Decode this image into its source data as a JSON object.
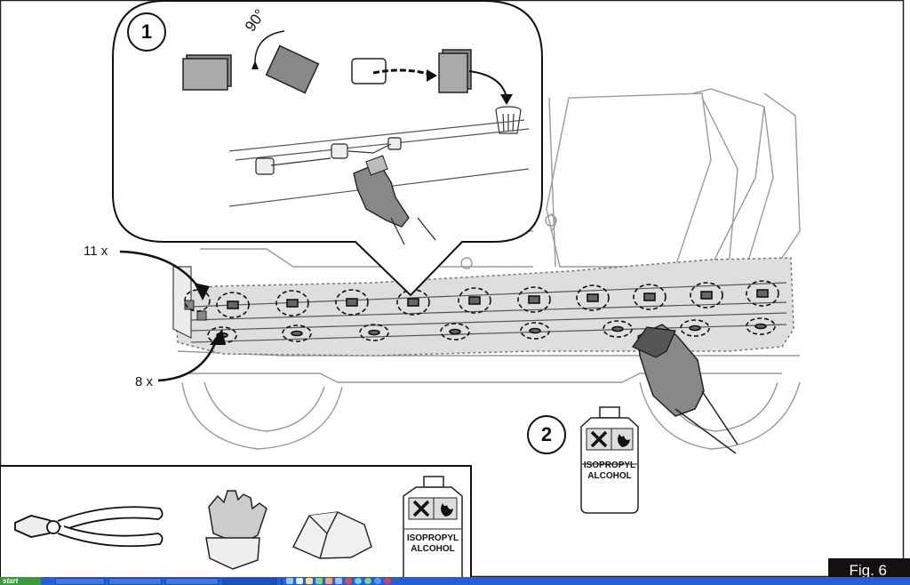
{
  "figure": {
    "label": "Fig. 6",
    "step1_number": "1",
    "step2_number": "2",
    "rotation_label": "90°",
    "clips_count_upper": "11 x",
    "clips_count_lower": "8 x"
  },
  "bottle_main": {
    "line1": "ISOPROPYL",
    "line2": "ALCOHOL"
  },
  "bottle_tools": {
    "line1": "ISOPROPYL",
    "line2": "ALCOHOL"
  },
  "tools": [
    "pliers-icon",
    "glove-icon",
    "cloth-icon",
    "isopropyl-bottle-icon"
  ],
  "taskbar": {
    "start_label": "start",
    "tasks": [
      "",
      "",
      "",
      "",
      ""
    ],
    "colors": {
      "bar": "#245edb",
      "start": "#3c9a3c",
      "task": "#3c7ae8"
    }
  }
}
